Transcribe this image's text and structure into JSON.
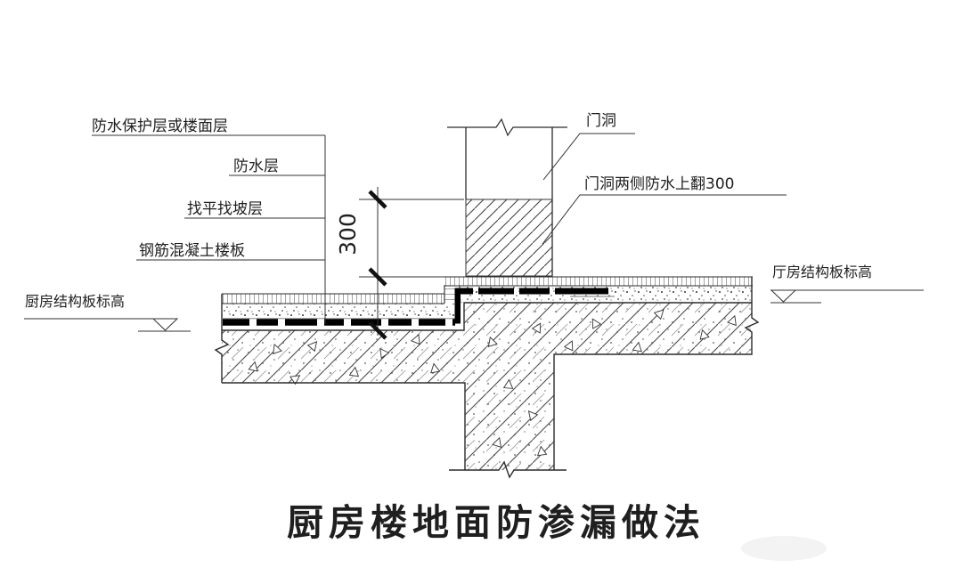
{
  "drawing": {
    "title": "厨房楼地面防渗漏做法",
    "layer_callouts": [
      "防水保护层或楼面层",
      "防水层",
      "找平找坡层",
      "钢筋混凝土楼板"
    ],
    "door_callouts": {
      "door_opening": "门洞",
      "door_upturn": "门洞两侧防水上翻300"
    },
    "elevation_marks": {
      "kitchen": "厨房结构板标高",
      "hall": "厅房结构板标高"
    },
    "dimension": {
      "upturn_height": "300"
    },
    "colors": {
      "line": "#2b2b2b",
      "background": "#ffffff"
    }
  }
}
